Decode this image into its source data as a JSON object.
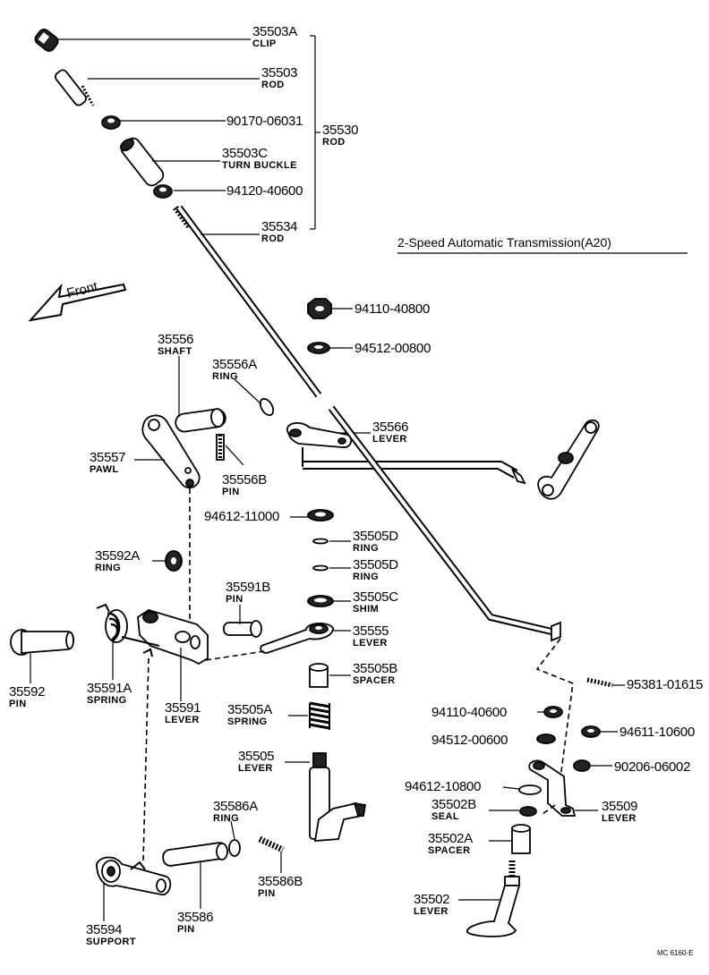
{
  "title": "2-Speed Automatic Transmission(A20)",
  "direction_label": "Front",
  "code": "MC 6160-E",
  "labels": {
    "clip_num": "35503A",
    "clip_name": "CLIP",
    "rod_num": "35503",
    "rod_name": "ROD",
    "nut1": "90170-06031",
    "rodassy_num": "35530",
    "rodassy_name": "ROD",
    "turnbuckle_num": "35503C",
    "turnbuckle_name": "TURN BUCKLE",
    "nut2": "94120-40600",
    "rod2_num": "35534",
    "rod2_name": "ROD",
    "nut3": "94110-40800",
    "washer1": "94512-00800",
    "shaft_num": "35556",
    "shaft_name": "SHAFT",
    "ring1_num": "35556A",
    "ring1_name": "RING",
    "lever1_num": "35566",
    "lever1_name": "LEVER",
    "pawl_num": "35557",
    "pawl_name": "PAWL",
    "pin1_num": "35556B",
    "pin1_name": "PIN",
    "washer2": "94612-11000",
    "ring2_num": "35505D",
    "ring2_name": "RING",
    "ring3_num": "35505D",
    "ring3_name": "RING",
    "ring4_num": "35592A",
    "ring4_name": "RING",
    "pin2_num": "35591B",
    "pin2_name": "PIN",
    "shim_num": "35505C",
    "shim_name": "SHIM",
    "lever2_num": "35555",
    "lever2_name": "LEVER",
    "spacer1_num": "35505B",
    "spacer1_name": "SPACER",
    "pin3_num": "35592",
    "pin3_name": "PIN",
    "spring1_num": "35591A",
    "spring1_name": "SPRING",
    "lever3_num": "35591",
    "lever3_name": "LEVER",
    "spring2_num": "35505A",
    "spring2_name": "SPRING",
    "pin4": "95381-01615",
    "nut4": "94110-40600",
    "washer3": "94512-00600",
    "washer4": "94611-10600",
    "lever4_num": "35505",
    "lever4_name": "LEVER",
    "bolt1": "90206-06002",
    "washer5": "94612-10800",
    "seal_num": "35502B",
    "seal_name": "SEAL",
    "lever5_num": "35509",
    "lever5_name": "LEVER",
    "ring5_num": "35586A",
    "ring5_name": "RING",
    "spacer2_num": "35502A",
    "spacer2_name": "SPACER",
    "pin5_num": "35586B",
    "pin5_name": "PIN",
    "lever6_num": "35502",
    "lever6_name": "LEVER",
    "support_num": "35594",
    "support_name": "SUPPORT",
    "pin6_num": "35586",
    "pin6_name": "PIN"
  }
}
